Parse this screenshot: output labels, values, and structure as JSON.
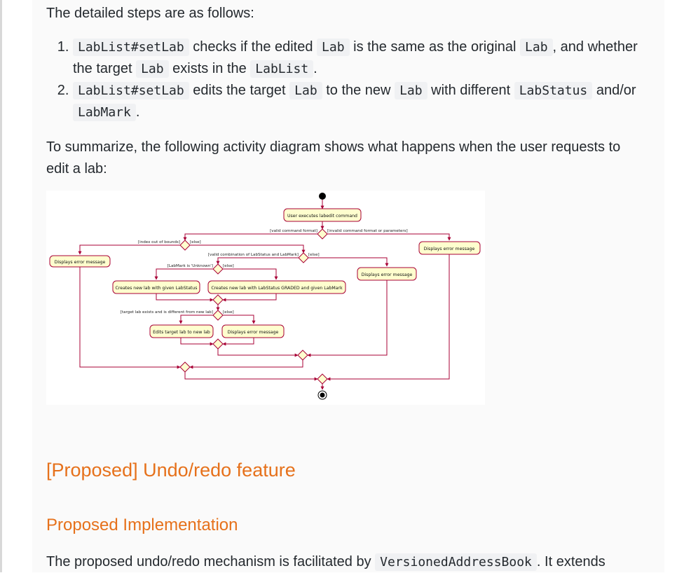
{
  "intro": "The detailed steps are as follows:",
  "steps": [
    {
      "a": "LabList#setLab",
      "b": " checks if the edited ",
      "c": "Lab",
      "d": " is the same as the original ",
      "e": "Lab",
      "f": ", and whether the target ",
      "g": "Lab",
      "h": " exists in the ",
      "i": "LabList",
      "j": "."
    },
    {
      "a": "LabList#setLab",
      "b": " edits the target ",
      "c": "Lab",
      "d": " to the new ",
      "e": "Lab",
      "f": " with different ",
      "g": "LabStatus",
      "h": " and/or ",
      "i": "LabMark",
      "j": "."
    }
  ],
  "summary": "To summarize, the following activity diagram shows what happens when the user requests to edit a lab:",
  "diagram": {
    "activities": {
      "user_executes": "User executes labedit command",
      "err_format": "Displays error message",
      "err_index": "Displays error message",
      "err_combination": "Displays error message",
      "create_status": "Creates new lab with given LabStatus",
      "create_graded": "Creates new lab with LabStatus GRADED and given LabMark",
      "edits_target": "Edits target lab to new lab",
      "err_exists": "Displays error message"
    },
    "guards": {
      "valid_format": "[valid command format]",
      "invalid_format": "[invalid command format or parameters]",
      "index_oob": "[index out of bounds]",
      "else1": "[else]",
      "valid_combo": "[valid combination of LabStatus and LabMark]",
      "else2": "[else]",
      "unknown": "[LabMark is 'Unknown']",
      "else3": "[else]",
      "target_exists": "[target lab exists and is different from new lab]",
      "else4": "[else]"
    }
  },
  "section_heading": "[Proposed] Undo/redo feature",
  "sub_heading": "Proposed Implementation",
  "mechanism": {
    "before": "The proposed undo/redo mechanism is facilitated by ",
    "code": "VersionedAddressBook",
    "after": ". It extends"
  },
  "colors": {
    "heading": "#e6711b",
    "node_fill": "#fefece",
    "node_border": "#a80036"
  }
}
